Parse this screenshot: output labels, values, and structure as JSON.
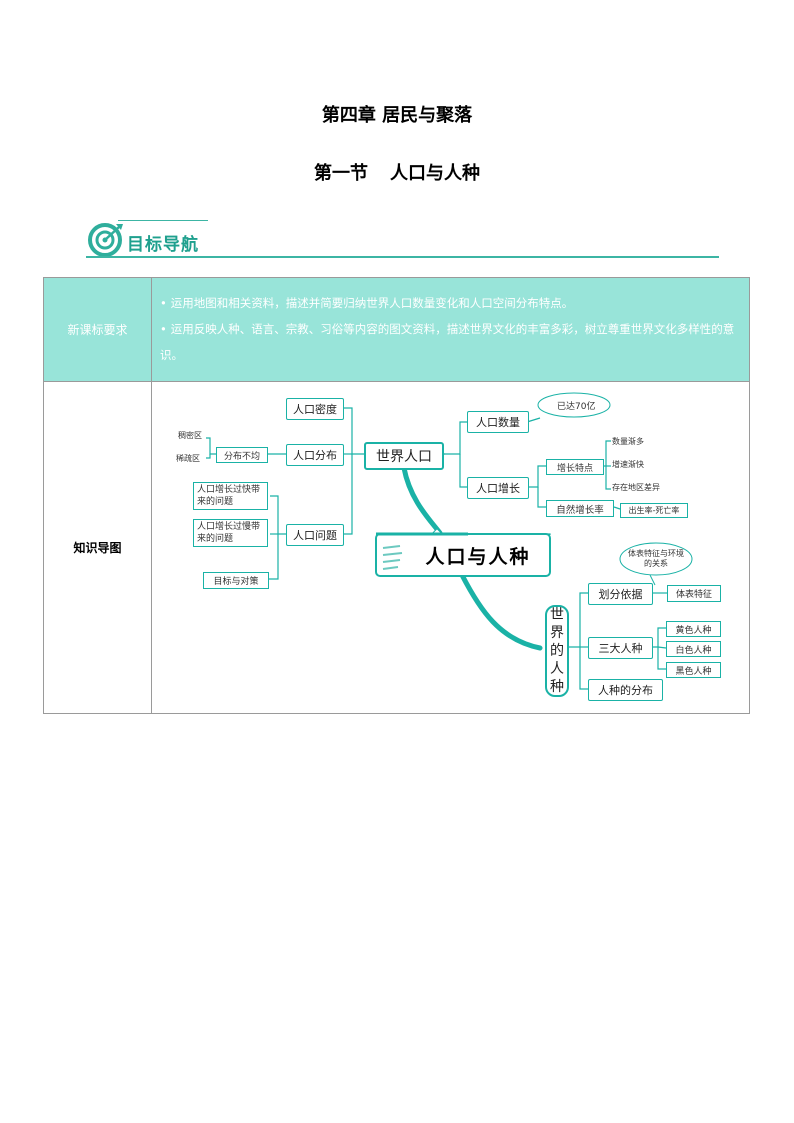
{
  "chapter_title": "第四章 居民与聚落",
  "section_title": {
    "left": "第一节",
    "right": "人口与人种"
  },
  "banner": {
    "text": "目标导航",
    "icon": "target-arrow-icon",
    "color": "#3cb5a4"
  },
  "requirements": {
    "label": "新课标要求",
    "items": [
      "运用地图和相关资料，描述并简要归纳世界人口数量变化和人口空间分布特点。",
      "运用反映人种、语言、宗教、习俗等内容的图文资料，描述世界文化的丰富多彩，树立尊重世界文化多样性的意识。"
    ]
  },
  "knowledge_map": {
    "label": "知识导图",
    "center": "人口与人种",
    "world_population": "世界人口",
    "population_density": "人口密度",
    "population_distribution": "人口分布",
    "uneven": "分布不均",
    "dense_area": "稠密区",
    "sparse_area": "稀疏区",
    "population_problem": "人口问题",
    "fast_growth": "人口增长过快带来的问题",
    "slow_growth": "人口增长过慢带来的问题",
    "goals_policies": "目标与对策",
    "population_count": "人口数量",
    "reached": "已达70亿",
    "population_growth": "人口增长",
    "growth_features": "增长特点",
    "feature_1": "数量渐多",
    "feature_2": "增速渐快",
    "feature_3": "存在地区差异",
    "natural_rate": "自然增长率",
    "rate_formula": "出生率-死亡率",
    "world_races": "世界的人种",
    "division_basis": "划分依据",
    "body_features": "体表特征",
    "bubble": "体表特征与环境的关系",
    "three_races": "三大人种",
    "yellow": "黄色人种",
    "white": "白色人种",
    "black": "黑色人种",
    "race_distribution": "人种的分布",
    "accent_color": "#1ab2a6"
  }
}
